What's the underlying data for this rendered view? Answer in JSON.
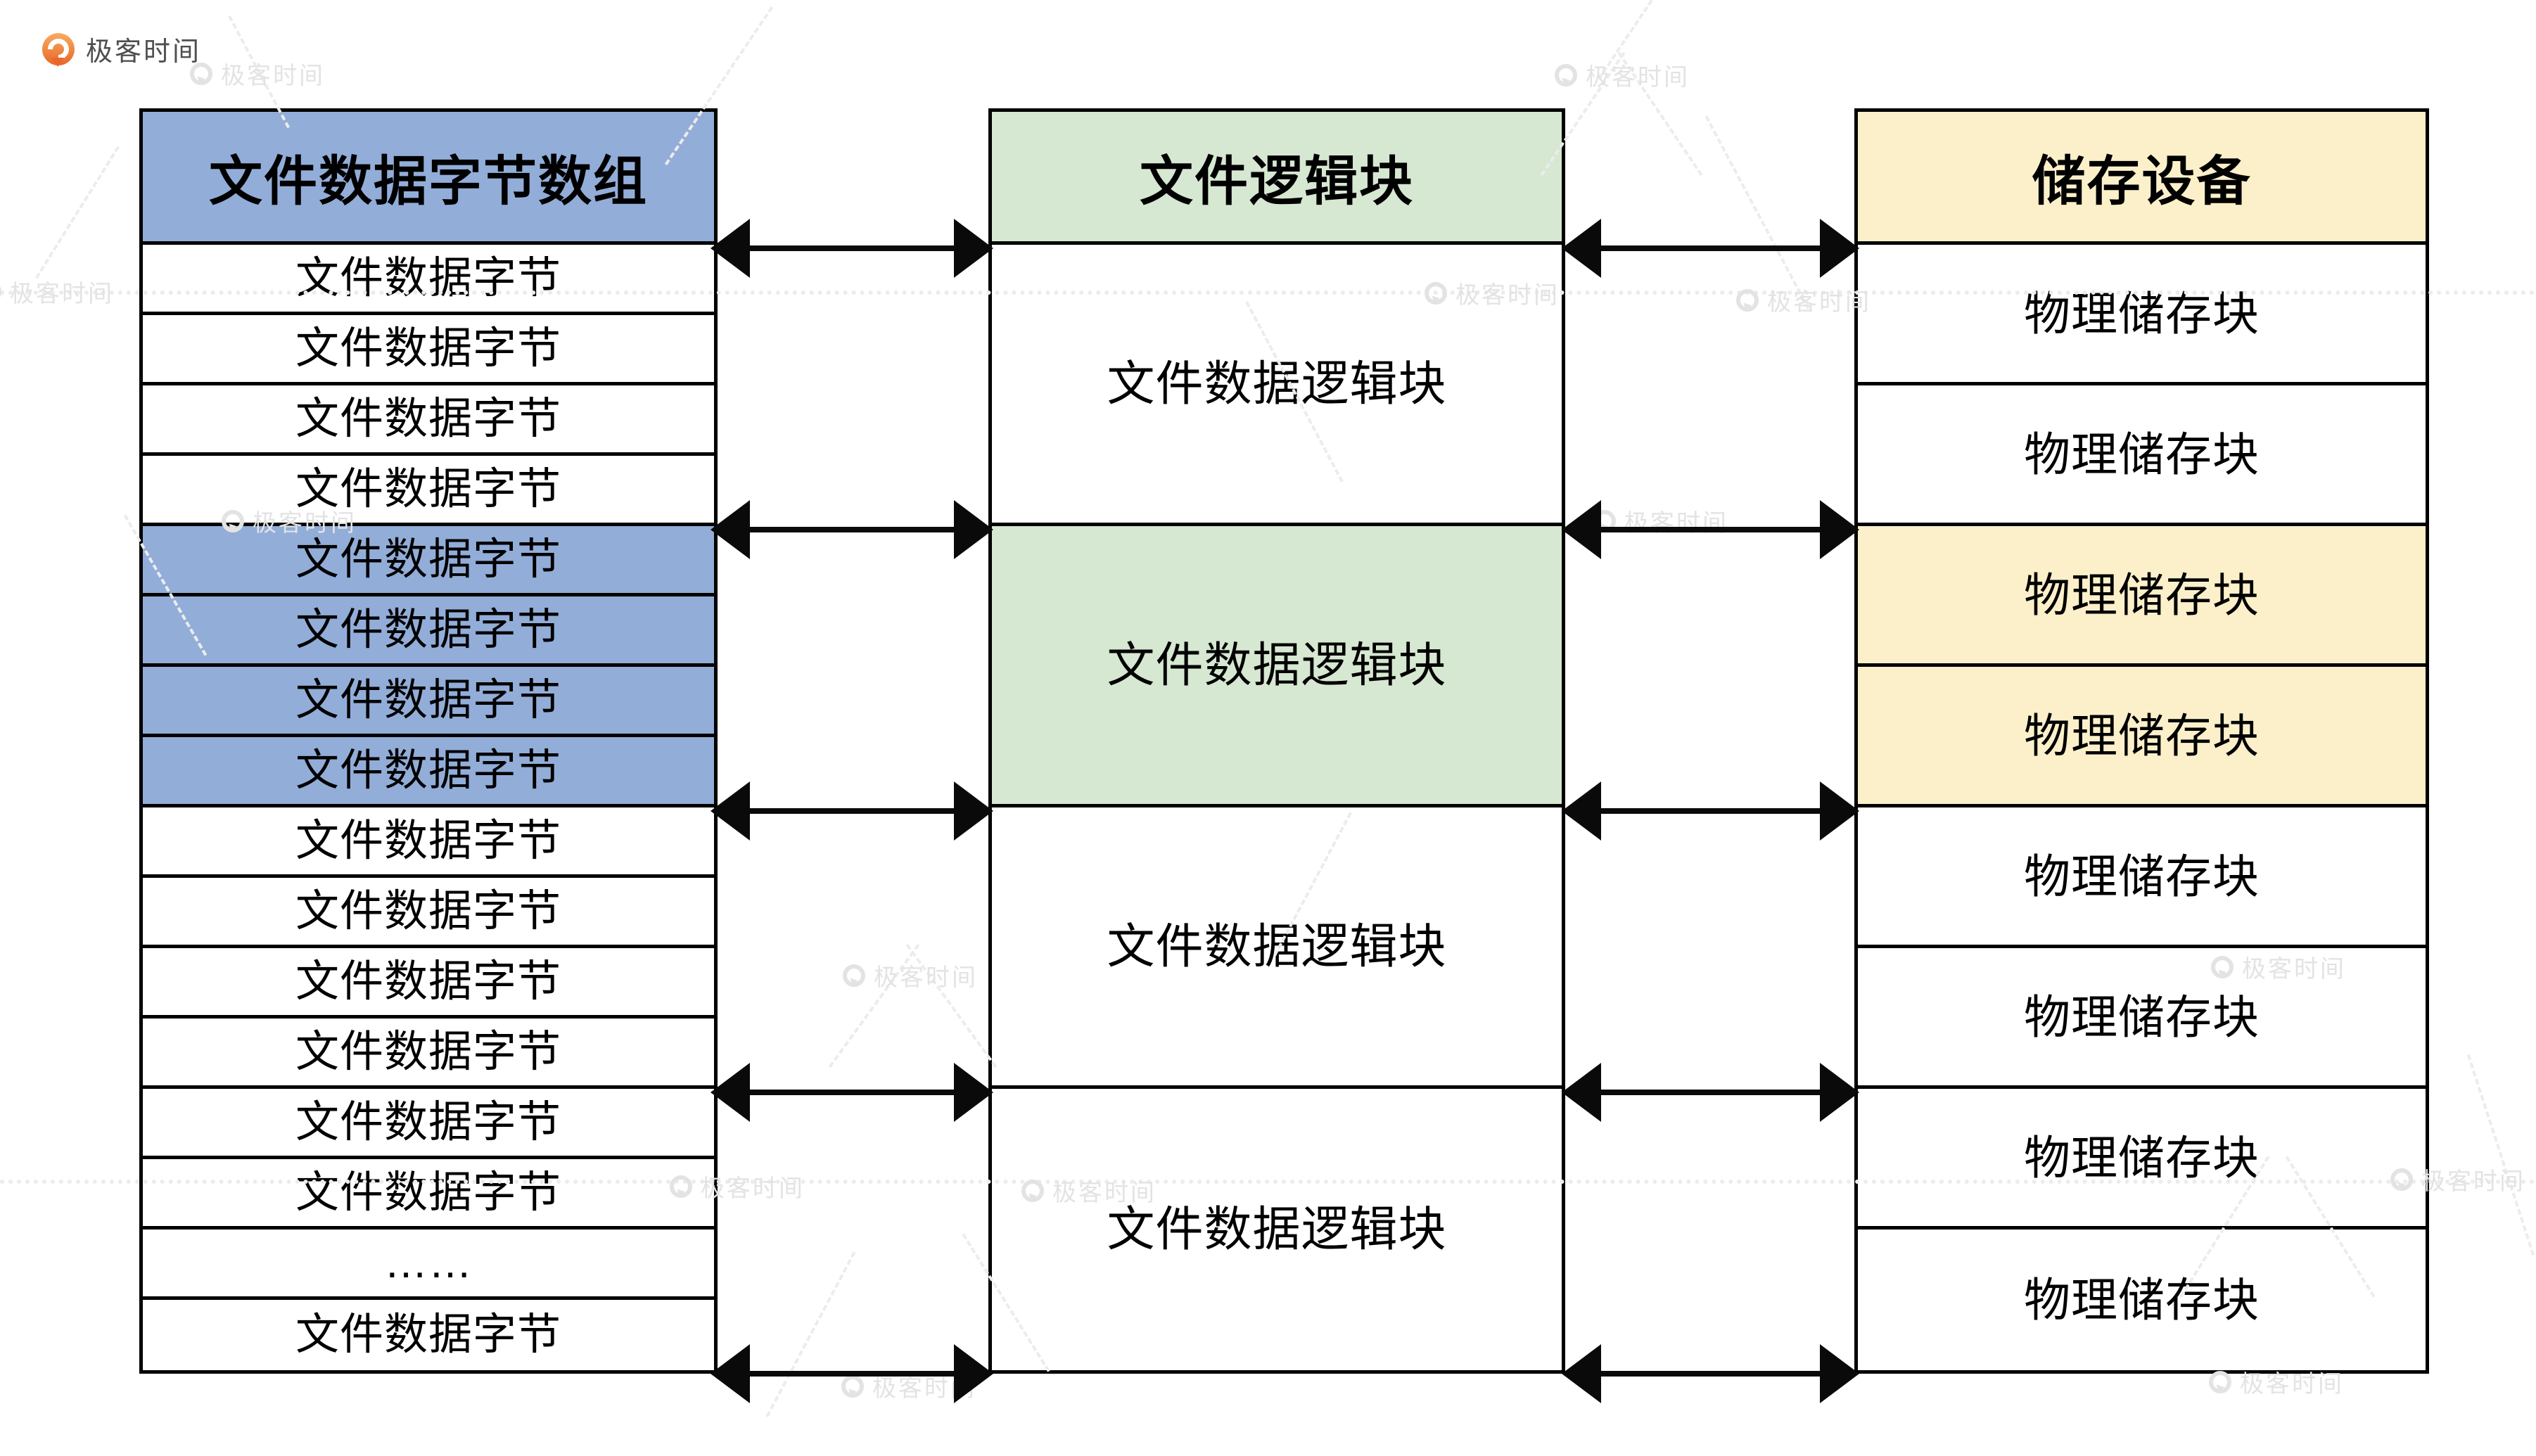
{
  "logo": {
    "label": "极客时间"
  },
  "watermark": {
    "label": "极客时间"
  },
  "colors": {
    "byte_highlight": "#92ADD8",
    "logical_highlight": "#D6E7D2",
    "physical_highlight": "#FCF0CA",
    "border": "#000000",
    "logo_orange_top": "#F8AB60",
    "logo_orange_bottom": "#E8672B",
    "logo_text_gray": "#4F4F4F",
    "watermark_gray": "#E3E3E3",
    "watermark_line_gray": "#ECECEC"
  },
  "diagram": {
    "bytes_column": {
      "header": "文件数据字节数组",
      "rows": [
        {
          "label": "文件数据字节",
          "highlight": false
        },
        {
          "label": "文件数据字节",
          "highlight": false
        },
        {
          "label": "文件数据字节",
          "highlight": false
        },
        {
          "label": "文件数据字节",
          "highlight": false
        },
        {
          "label": "文件数据字节",
          "highlight": true
        },
        {
          "label": "文件数据字节",
          "highlight": true
        },
        {
          "label": "文件数据字节",
          "highlight": true
        },
        {
          "label": "文件数据字节",
          "highlight": true
        },
        {
          "label": "文件数据字节",
          "highlight": false
        },
        {
          "label": "文件数据字节",
          "highlight": false
        },
        {
          "label": "文件数据字节",
          "highlight": false
        },
        {
          "label": "文件数据字节",
          "highlight": false
        },
        {
          "label": "文件数据字节",
          "highlight": false
        },
        {
          "label": "文件数据字节",
          "highlight": false
        },
        {
          "label": "……",
          "highlight": false
        },
        {
          "label": "文件数据字节",
          "highlight": false
        }
      ]
    },
    "logical_column": {
      "header": "文件逻辑块",
      "blocks": [
        {
          "label": "文件数据逻辑块",
          "highlight": false
        },
        {
          "label": "文件数据逻辑块",
          "highlight": true
        },
        {
          "label": "文件数据逻辑块",
          "highlight": false
        },
        {
          "label": "文件数据逻辑块",
          "highlight": false
        }
      ]
    },
    "physical_column": {
      "header": "储存设备",
      "rows": [
        {
          "label": "物理储存块",
          "highlight": false
        },
        {
          "label": "物理储存块",
          "highlight": false
        },
        {
          "label": "物理储存块",
          "highlight": true
        },
        {
          "label": "物理储存块",
          "highlight": true
        },
        {
          "label": "物理储存块",
          "highlight": false
        },
        {
          "label": "物理储存块",
          "highlight": false
        },
        {
          "label": "物理储存块",
          "highlight": false
        },
        {
          "label": "物理储存块",
          "highlight": false
        }
      ]
    }
  }
}
